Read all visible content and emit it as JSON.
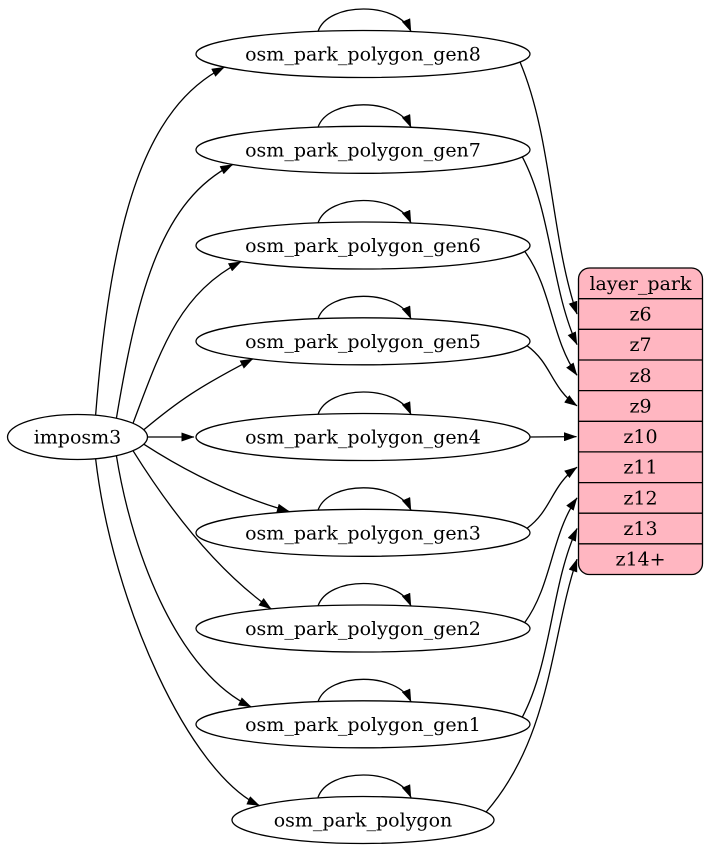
{
  "diagram": {
    "source": {
      "label": "imposm3"
    },
    "mappings": [
      {
        "label": "osm_park_polygon_gen8",
        "from_source": true,
        "self_loop": true,
        "writes_to": "z6"
      },
      {
        "label": "osm_park_polygon_gen7",
        "from_source": true,
        "self_loop": true,
        "writes_to": "z7"
      },
      {
        "label": "osm_park_polygon_gen6",
        "from_source": true,
        "self_loop": true,
        "writes_to": "z8"
      },
      {
        "label": "osm_park_polygon_gen5",
        "from_source": true,
        "self_loop": true,
        "writes_to": "z9"
      },
      {
        "label": "osm_park_polygon_gen4",
        "from_source": true,
        "self_loop": true,
        "writes_to": "z10"
      },
      {
        "label": "osm_park_polygon_gen3",
        "from_source": true,
        "self_loop": true,
        "writes_to": "z11"
      },
      {
        "label": "osm_park_polygon_gen2",
        "from_source": true,
        "self_loop": true,
        "writes_to": "z12"
      },
      {
        "label": "osm_park_polygon_gen1",
        "from_source": true,
        "self_loop": true,
        "writes_to": "z13"
      },
      {
        "label": "osm_park_polygon",
        "from_source": true,
        "self_loop": true,
        "writes_to": "z14+"
      }
    ],
    "layer_table": {
      "header": "layer_park",
      "rows": [
        "z6",
        "z7",
        "z8",
        "z9",
        "z10",
        "z11",
        "z12",
        "z13",
        "z14+"
      ],
      "fill": "#ffb6c1",
      "border": "#000000"
    },
    "colors": {
      "edge": "#000000",
      "text": "#000000",
      "node_fill": "#ffffff",
      "background": "#ffffff"
    }
  }
}
